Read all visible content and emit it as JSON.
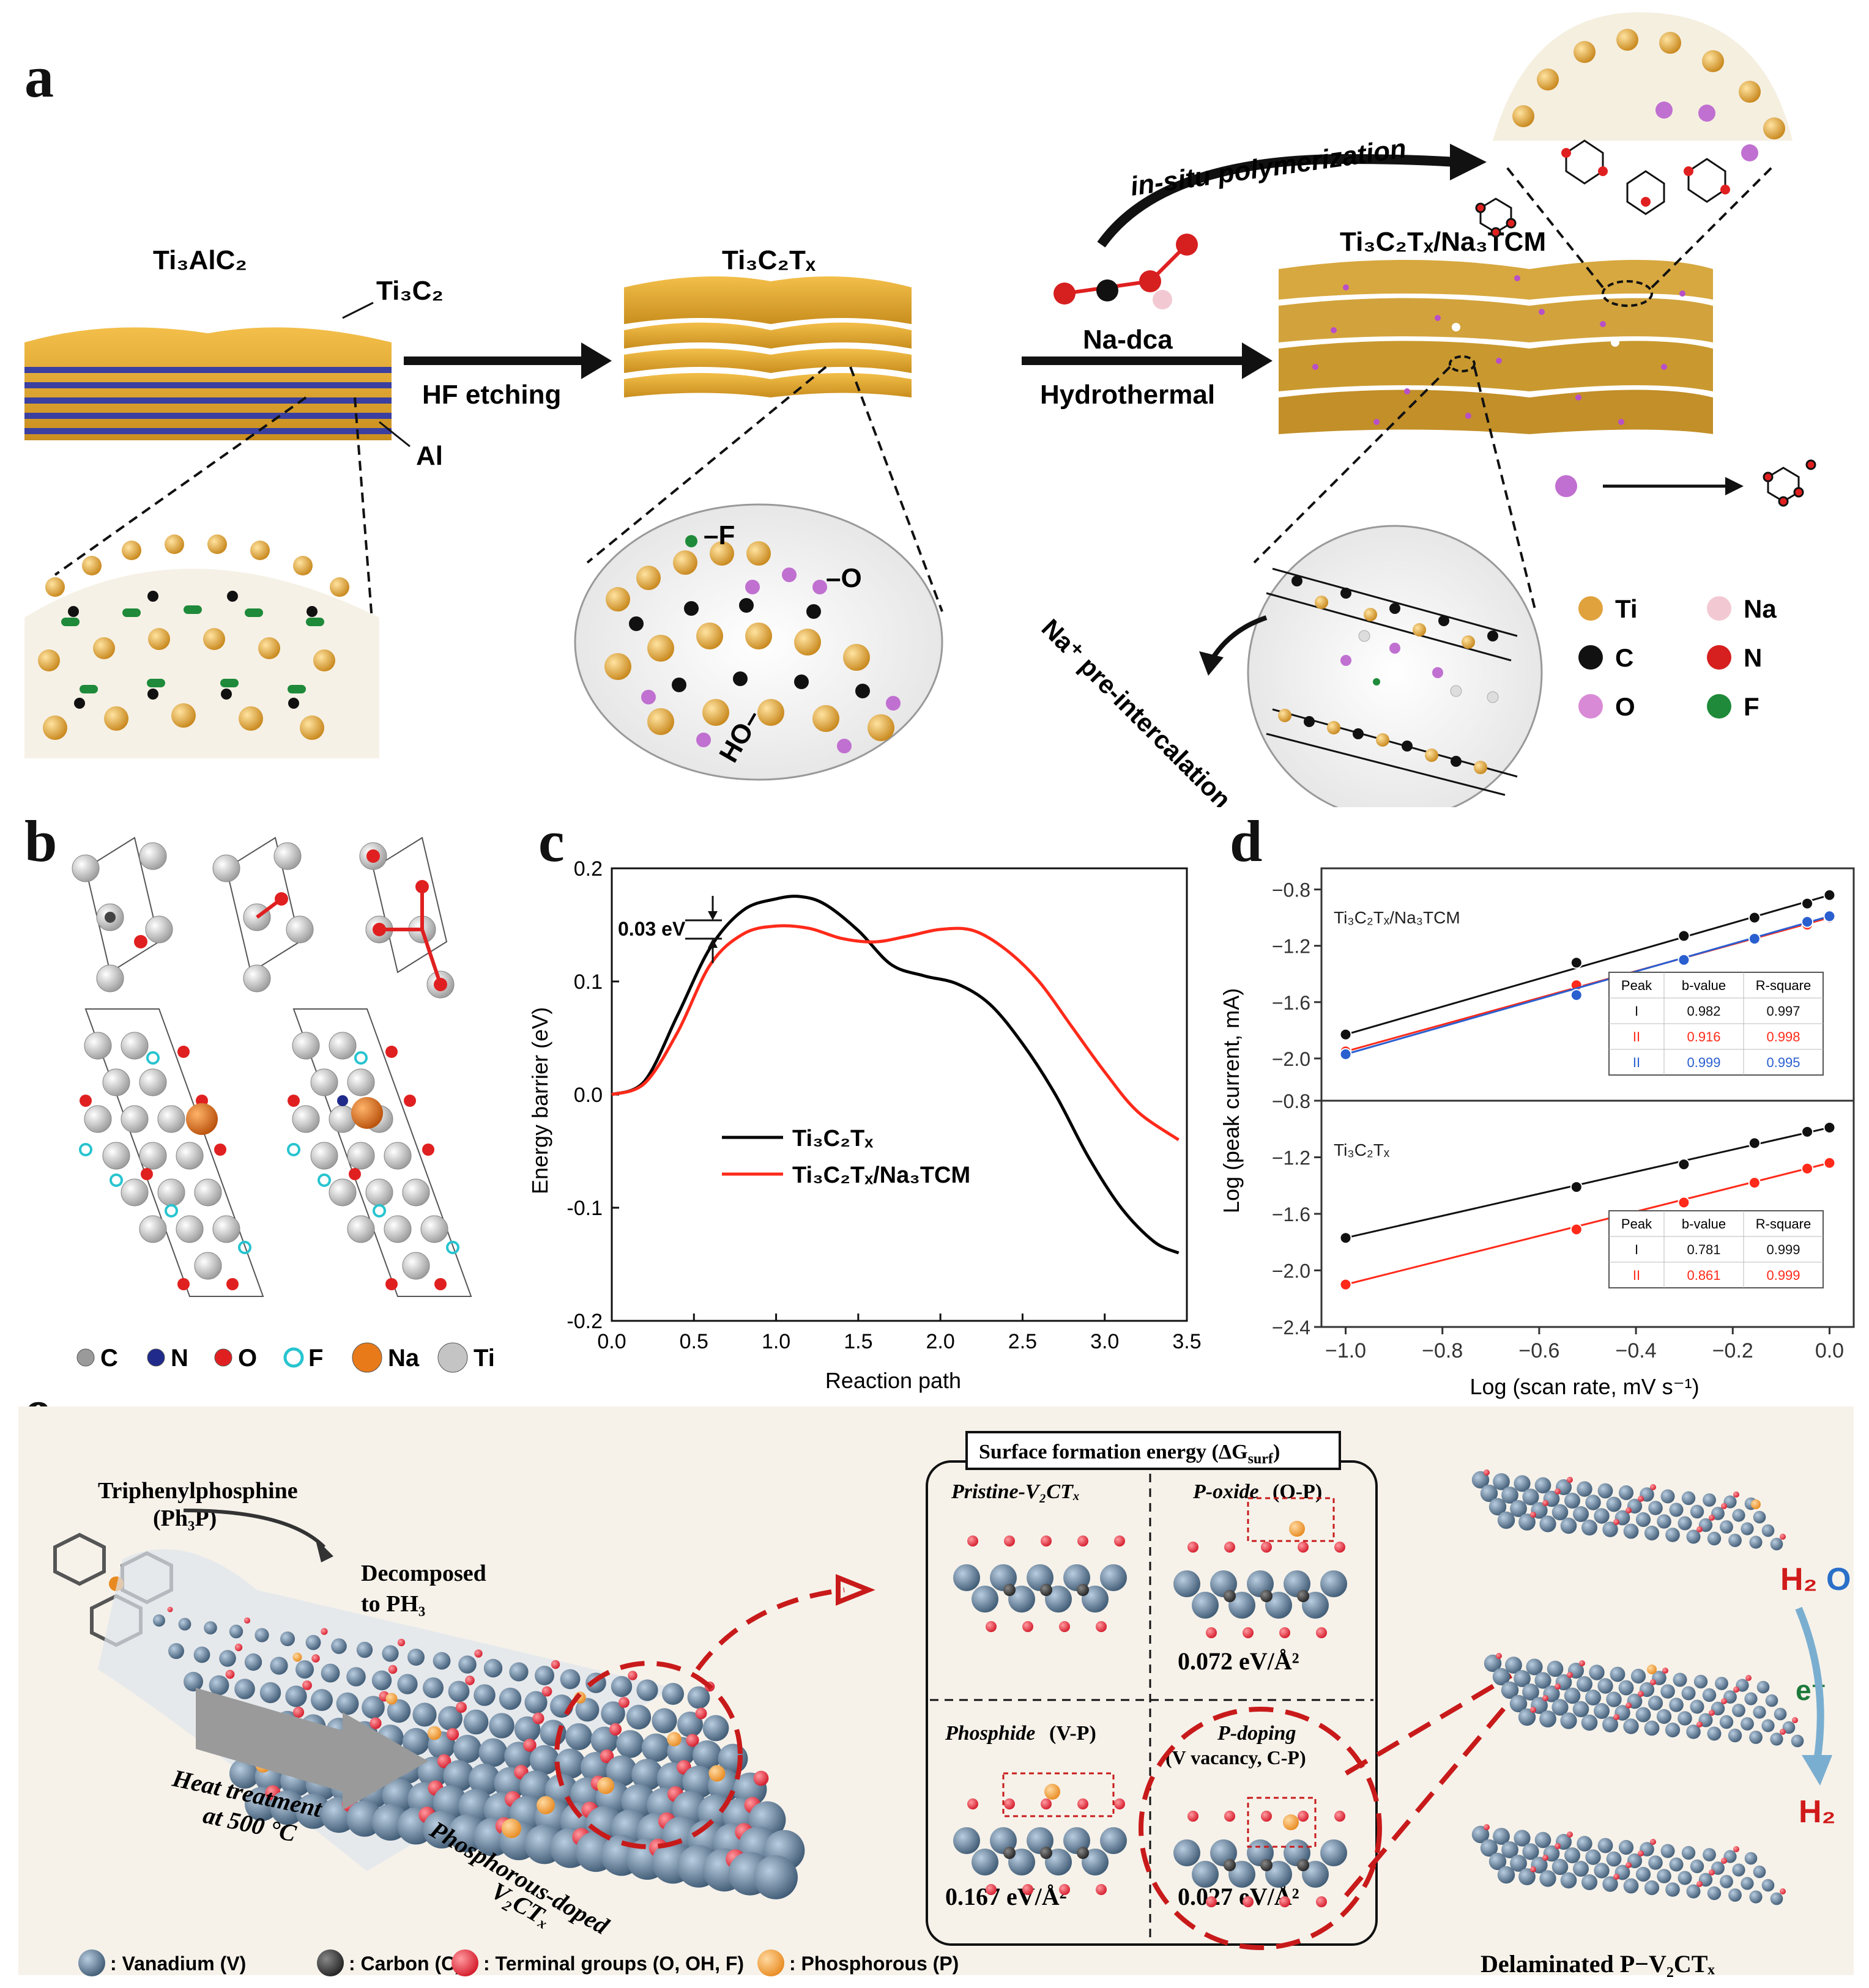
{
  "panels": {
    "a": "a",
    "b": "b",
    "c": "c",
    "d": "d",
    "e": "e"
  },
  "panel_a": {
    "ti3alc2": "Ti₃AlC₂",
    "ti3c2": "Ti₃C₂",
    "al": "Al",
    "ti3c2tx": "Ti₃C₂Tₓ",
    "hf_etching": "HF etching",
    "na_dca": "Na-dca",
    "hydrothermal": "Hydrothermal",
    "composite": "Ti₃C₂Tₓ/Na₃TCM",
    "in_situ": "in-situ polymerization",
    "f_label": "–F",
    "o_label": "–O",
    "ho_label": "HO–",
    "pre_intercalation": "Na⁺ pre-intercalation",
    "legend": [
      {
        "symbol": "Ti",
        "color": "#e0a23c"
      },
      {
        "symbol": "Na",
        "color": "#f2c9d2"
      },
      {
        "symbol": "C",
        "color": "#111111"
      },
      {
        "symbol": "N",
        "color": "#d61f1f"
      },
      {
        "symbol": "O",
        "color": "#d98ad6"
      },
      {
        "symbol": "F",
        "color": "#1e8a3a"
      }
    ]
  },
  "panel_b": {
    "legend": [
      {
        "symbol": "C",
        "color": "#9a9a9a"
      },
      {
        "symbol": "N",
        "color": "#1f2a8a"
      },
      {
        "symbol": "O",
        "color": "#e02020"
      },
      {
        "symbol": "F",
        "color": "#27c4cf"
      },
      {
        "symbol": "Na",
        "color": "#e87a1a"
      },
      {
        "symbol": "Ti",
        "color": "#c4c4c4"
      }
    ]
  },
  "chart_data": [
    {
      "id": "c",
      "type": "line",
      "xlabel": "Reaction path",
      "ylabel": "Energy barrier (eV)",
      "xlim": [
        0.0,
        3.5
      ],
      "ylim": [
        -0.2,
        0.2
      ],
      "xticks": [
        "0.0",
        "0.5",
        "1.0",
        "1.5",
        "2.0",
        "2.5",
        "3.0",
        "3.5"
      ],
      "yticks": [
        "-0.2",
        "-0.1",
        "0.0",
        "0.1",
        "0.2"
      ],
      "annotation": "0.03 eV",
      "legend_position": "center",
      "series": [
        {
          "name": "Ti₃C₂Tₓ",
          "color": "#000000",
          "x": [
            0.0,
            0.2,
            0.4,
            0.6,
            0.8,
            1.0,
            1.15,
            1.3,
            1.5,
            1.7,
            1.9,
            2.1,
            2.3,
            2.5,
            2.7,
            2.9,
            3.1,
            3.3,
            3.45
          ],
          "y": [
            0.0,
            0.012,
            0.07,
            0.13,
            0.163,
            0.173,
            0.175,
            0.168,
            0.145,
            0.115,
            0.105,
            0.098,
            0.08,
            0.045,
            0.0,
            -0.055,
            -0.1,
            -0.13,
            -0.14
          ]
        },
        {
          "name": "Ti₃C₂Tₓ/Na₃TCM",
          "color": "#ff2a1a",
          "x": [
            0.0,
            0.2,
            0.4,
            0.6,
            0.8,
            1.0,
            1.2,
            1.4,
            1.6,
            1.8,
            2.0,
            2.2,
            2.4,
            2.6,
            2.8,
            3.0,
            3.2,
            3.45
          ],
          "y": [
            0.0,
            0.01,
            0.055,
            0.115,
            0.142,
            0.149,
            0.147,
            0.138,
            0.135,
            0.14,
            0.146,
            0.145,
            0.128,
            0.1,
            0.06,
            0.02,
            -0.015,
            -0.04
          ]
        }
      ]
    },
    {
      "id": "d",
      "type": "scatter",
      "xlabel": "Log (scan rate, mV s⁻¹)",
      "ylabel": "Log (peak current, mA)",
      "xlim": [
        -1.05,
        0.05
      ],
      "xticks": [
        "−1.0",
        "−0.8",
        "−0.6",
        "−0.4",
        "−0.2",
        "0.0"
      ],
      "subplots": [
        {
          "label": "Ti₃C₂Tₓ/Na₃TCM",
          "ylim": [
            -2.3,
            -0.65
          ],
          "yticks": [
            "-0.8",
            "-1.2",
            "-1.6",
            "-2.0"
          ],
          "table_header": [
            "Peak",
            "b-value",
            "R-square"
          ],
          "series": [
            {
              "name": "I",
              "color": "#111111",
              "x": [
                -1.0,
                -0.523,
                -0.301,
                -0.155,
                -0.046,
                0.0
              ],
              "y": [
                -1.83,
                -1.32,
                -1.13,
                -1.0,
                -0.9,
                -0.84
              ],
              "b_value": "0.982",
              "r_square": "0.997"
            },
            {
              "name": "II",
              "color": "#ff2a1a",
              "x": [
                -1.0,
                -0.523,
                -0.301,
                -0.155,
                -0.046,
                0.0
              ],
              "y": [
                -1.95,
                -1.48,
                -1.3,
                -1.15,
                -1.05,
                -1.0
              ],
              "b_value": "0.916",
              "r_square": "0.998"
            },
            {
              "name": "II",
              "color": "#2a5fd0",
              "x": [
                -1.0,
                -0.523,
                -0.301,
                -0.155,
                -0.046,
                0.0
              ],
              "y": [
                -1.97,
                -1.55,
                -1.3,
                -1.15,
                -1.03,
                -0.99
              ],
              "b_value": "0.999",
              "r_square": "0.995"
            }
          ]
        },
        {
          "label": "Ti₃C₂Tₓ",
          "ylim": [
            -2.4,
            -0.8
          ],
          "yticks": [
            "-0.8",
            "-1.2",
            "-1.6",
            "-2.0",
            "-2.4"
          ],
          "table_header": [
            "Peak",
            "b-value",
            "R-square"
          ],
          "series": [
            {
              "name": "I",
              "color": "#111111",
              "x": [
                -1.0,
                -0.523,
                -0.301,
                -0.155,
                -0.046,
                0.0
              ],
              "y": [
                -1.77,
                -1.41,
                -1.25,
                -1.1,
                -1.02,
                -0.99
              ],
              "b_value": "0.781",
              "r_square": "0.999"
            },
            {
              "name": "II",
              "color": "#ff2a1a",
              "x": [
                -1.0,
                -0.523,
                -0.301,
                -0.155,
                -0.046,
                0.0
              ],
              "y": [
                -2.1,
                -1.71,
                -1.52,
                -1.38,
                -1.28,
                -1.24
              ],
              "b_value": "0.861",
              "r_square": "0.999"
            }
          ]
        }
      ]
    }
  ],
  "panel_e": {
    "precursor": "Triphenylphosphine",
    "precursor_formula": "(Ph₃P)",
    "decomposed": "Decomposed",
    "decomposed_to": "to PH₃",
    "heat1": "Heat treatment",
    "heat2": "at 500 °C",
    "doped1": "Phosphorous-doped",
    "doped2": "V₂CTₓ",
    "box_title": "Surface formation energy (ΔG",
    "box_title_sub": "surf",
    "box_title_end": ")",
    "pristine": "Pristine-V₂CTₓ",
    "p_oxide": "P-oxide",
    "p_oxide_tag": "(O-P)",
    "p_oxide_energy": "0.072 eV/Å²",
    "phosphide": "Phosphide",
    "phosphide_tag": "(V-P)",
    "phosphide_energy": "0.167 eV/Å²",
    "p_doping": "P-doping",
    "p_doping_tag": "(V vacancy, C-P)",
    "p_doping_energy": "0.027 eV/Å²",
    "h2o_h": "H₂",
    "h2o_o": "O",
    "electron": "e⁻",
    "h2": "H₂",
    "delaminated": "Delaminated P−V₂CTₓ",
    "legend": [
      {
        "label": ": Vanadium (V)",
        "color": "#5f7a94"
      },
      {
        "label": ": Carbon (C)",
        "color": "#333333"
      },
      {
        "label": ": Terminal groups (O, OH, F)",
        "color": "#ef2a3c"
      },
      {
        "label": ": Phosphorous (P)",
        "color": "#f5a64a"
      }
    ]
  }
}
